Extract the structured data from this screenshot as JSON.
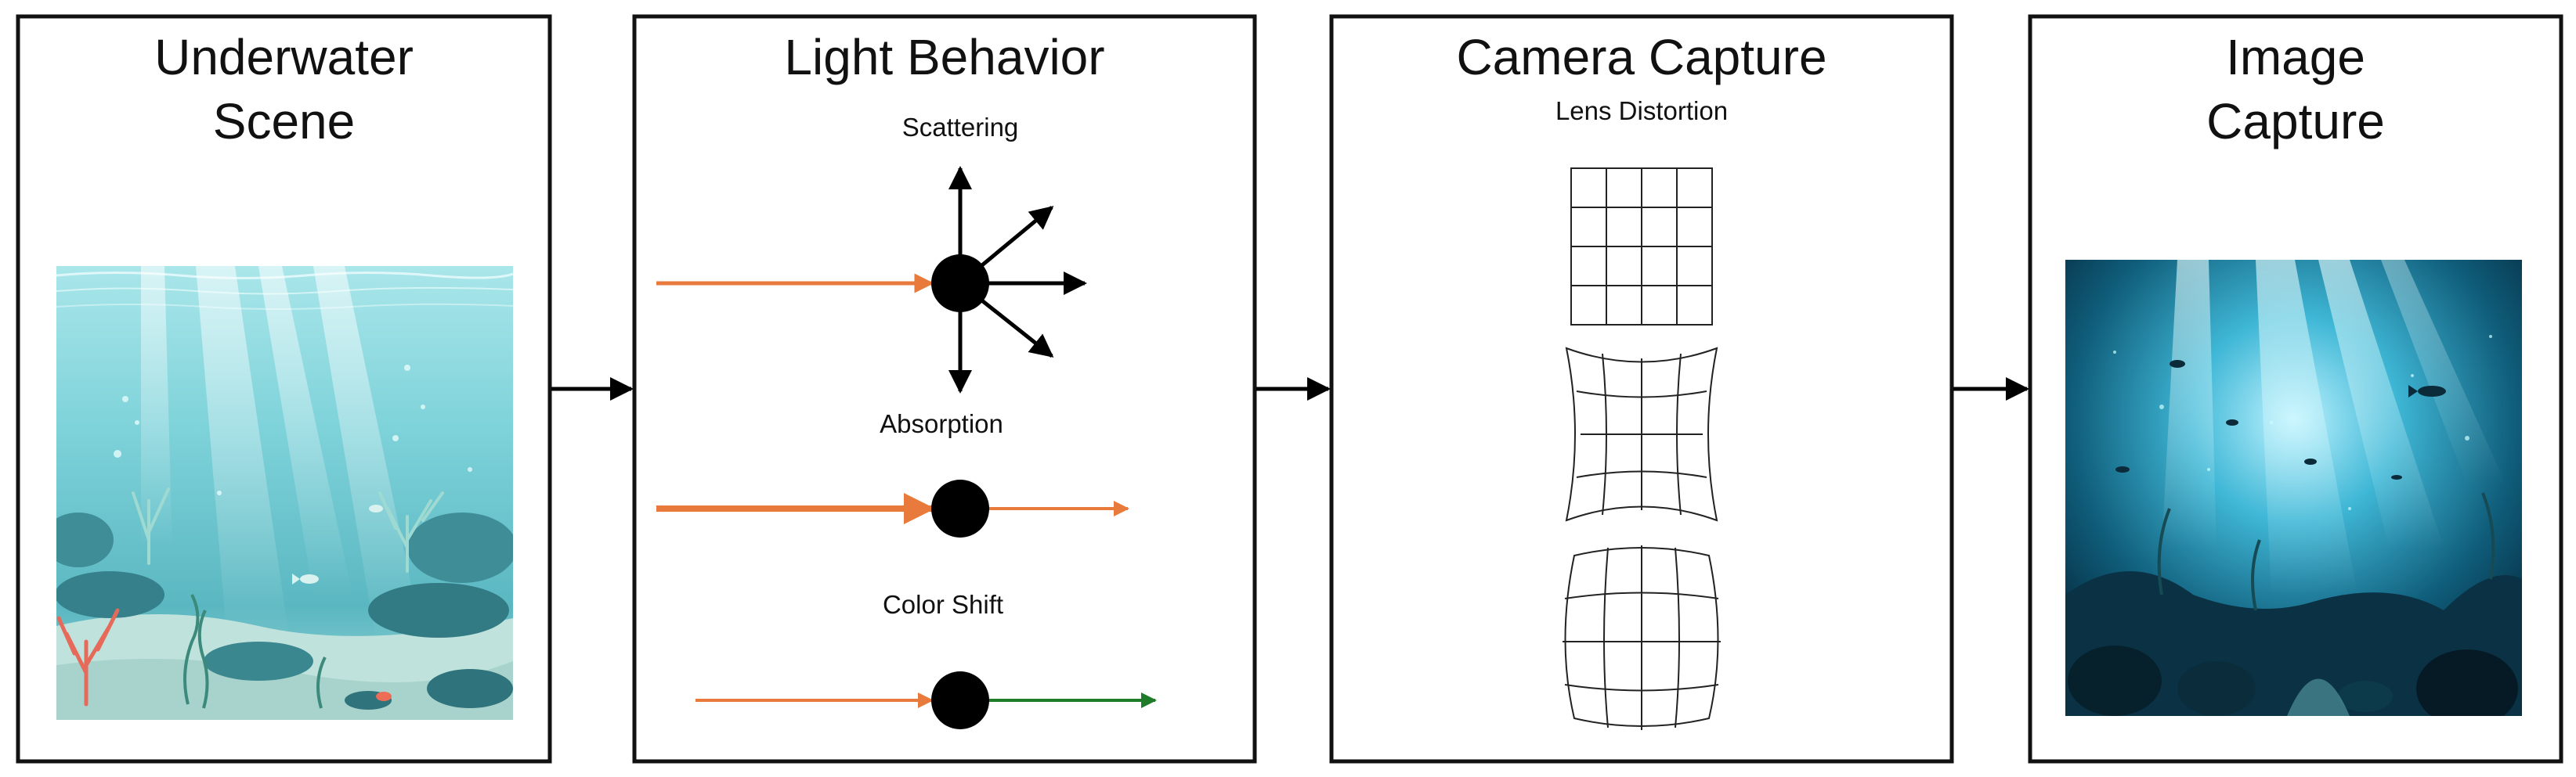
{
  "panels": [
    {
      "id": "underwater-scene",
      "title_line1": "Underwater",
      "title_line2": "Scene"
    },
    {
      "id": "light-behavior",
      "title": "Light Behavior",
      "effects": [
        "Scattering",
        "Absorption",
        "Color Shift"
      ]
    },
    {
      "id": "camera-capture",
      "title": "Camera Capture",
      "subtitle": "Lens Distortion"
    },
    {
      "id": "image-capture",
      "title_line1": "Image",
      "title_line2": "Capture"
    }
  ],
  "colors": {
    "incoming_light": "#e87a3c",
    "shifted_light": "#1f7a2a",
    "particle": "#000000",
    "border": "#111111",
    "water_light": "#7fd6dc",
    "water_dark": "#0b2a3a"
  },
  "icons": [
    "particle-icon",
    "lens-grid-icon"
  ]
}
